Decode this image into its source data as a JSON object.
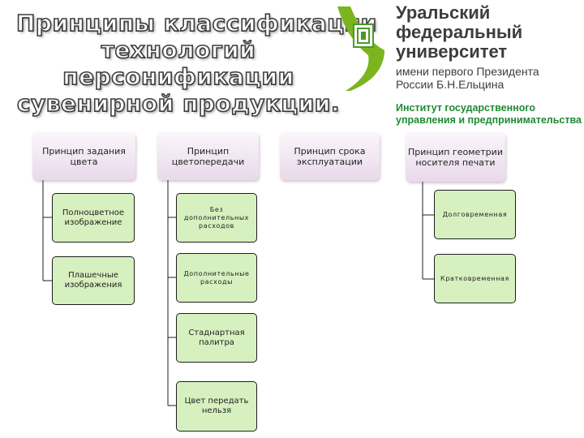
{
  "title": {
    "line1": "Принципы классификации",
    "line2": "технологий",
    "line3": "персонификации",
    "line4": "сувенирной продукции."
  },
  "logo": {
    "name_line1": "Уральский",
    "name_line2": "федеральный",
    "name_line3": "университет",
    "sub_line1": "имени первого Президента",
    "sub_line2": "России Б.Н.Ельцина",
    "institute_line1": "Институт государственного",
    "institute_line2": "управления и предпринимательства",
    "brand_color": "#7ab51d",
    "institute_color": "#1f8a34"
  },
  "diagram": {
    "columns": [
      {
        "header": "Принцип задания цвета",
        "children": [
          "Полноцветное изображение",
          "Плашечные изображения"
        ]
      },
      {
        "header": "Принцип цветопередачи",
        "children": [
          "Без дополнительных расходов",
          "Дополнительные расходы",
          "Стаднартная палитра",
          "Цвет передать нельзя"
        ]
      },
      {
        "header": "Принцип срока эксплуатации",
        "children": []
      },
      {
        "header": "Принцип геометрии носителя печати",
        "children": [
          "Долговременная",
          "Кратковременная"
        ]
      }
    ],
    "colors": {
      "header_fill": "#efe4f0",
      "child_fill": "#d7f0bf",
      "connector": "#1e1e1e"
    }
  }
}
